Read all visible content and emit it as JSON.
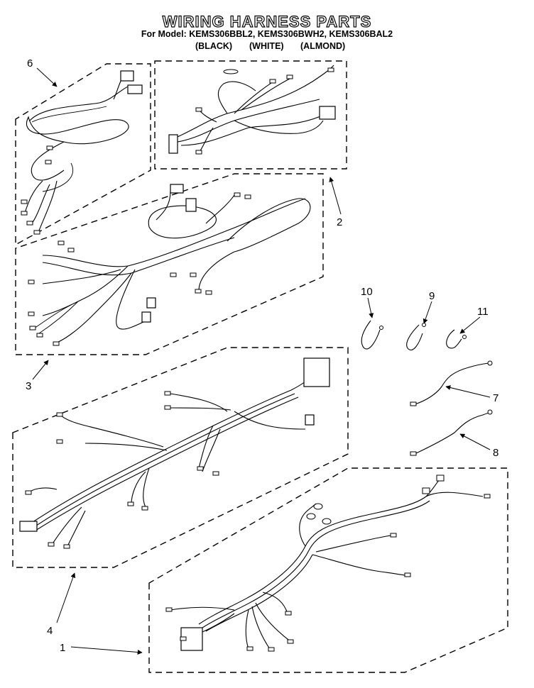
{
  "title": "WIRING HARNESS PARTS",
  "models_line": "For Model: KEMS306BBL2, KEMS306BWH2, KEMS306BAL2",
  "variants": [
    "(BLACK)",
    "(WHITE)",
    "(ALMOND)"
  ],
  "callouts": [
    "1",
    "2",
    "3",
    "4",
    "6",
    "7",
    "8",
    "9",
    "10",
    "11"
  ]
}
